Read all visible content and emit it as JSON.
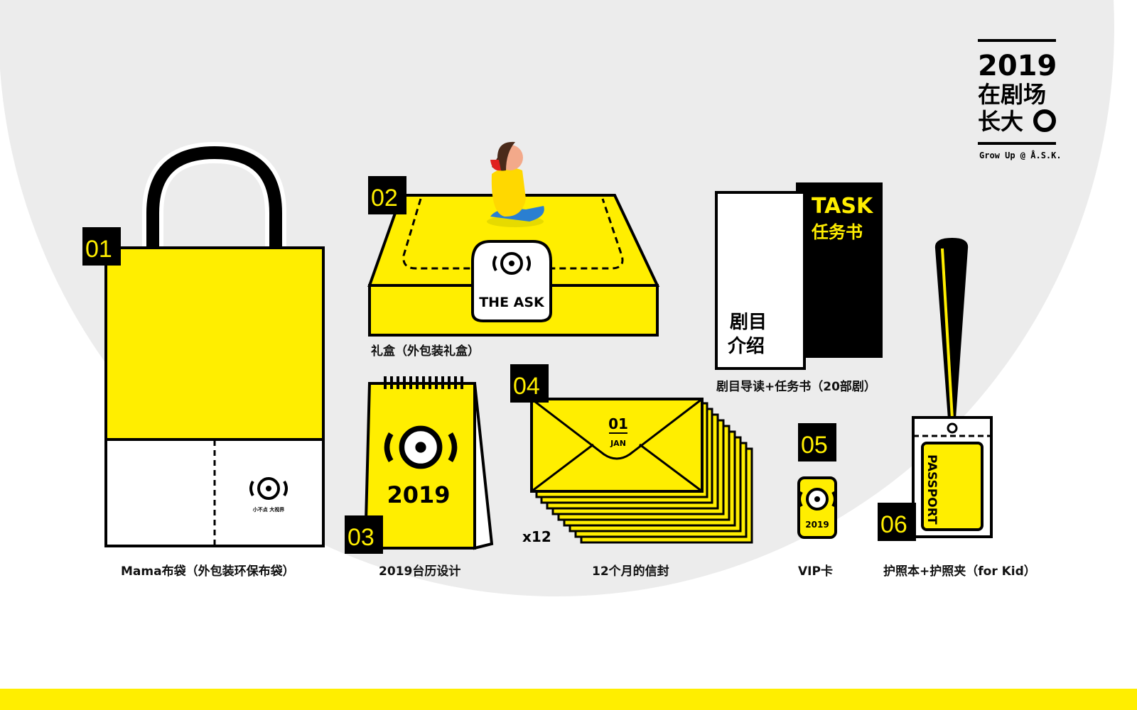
{
  "brand": {
    "year": "2019",
    "title_line1": "在剧场",
    "title_line2": "长大",
    "tagline": "Grow Up @ Å.S.K.",
    "logo_small_text": "小不点 大视界"
  },
  "colors": {
    "yellow": "#ffee00",
    "black": "#000000",
    "gray": "#ececec"
  },
  "items": [
    {
      "number": "01",
      "label": "Mama布袋（外包装环保布袋）"
    },
    {
      "number": "02",
      "label": "礼盒（外包装礼盒）",
      "box_text": "THE ASK"
    },
    {
      "number": "03",
      "label": "2019台历设计",
      "calendar_year": "2019"
    },
    {
      "number": "04",
      "label": "12个月的信封",
      "envelope_day": "01",
      "envelope_month": "JAN",
      "count": "x12"
    },
    {
      "number": "05",
      "label": "VIP卡",
      "card_year": "2019"
    },
    {
      "number": "06",
      "label": "护照本+护照夹（for Kid）",
      "passport_text": "PASSPORT"
    }
  ],
  "booklet": {
    "label": "剧目导读+任务书（20部剧）",
    "task_en": "TASK",
    "task_cn": "任务书",
    "guide_line1": "剧目",
    "guide_line2": "介绍"
  }
}
